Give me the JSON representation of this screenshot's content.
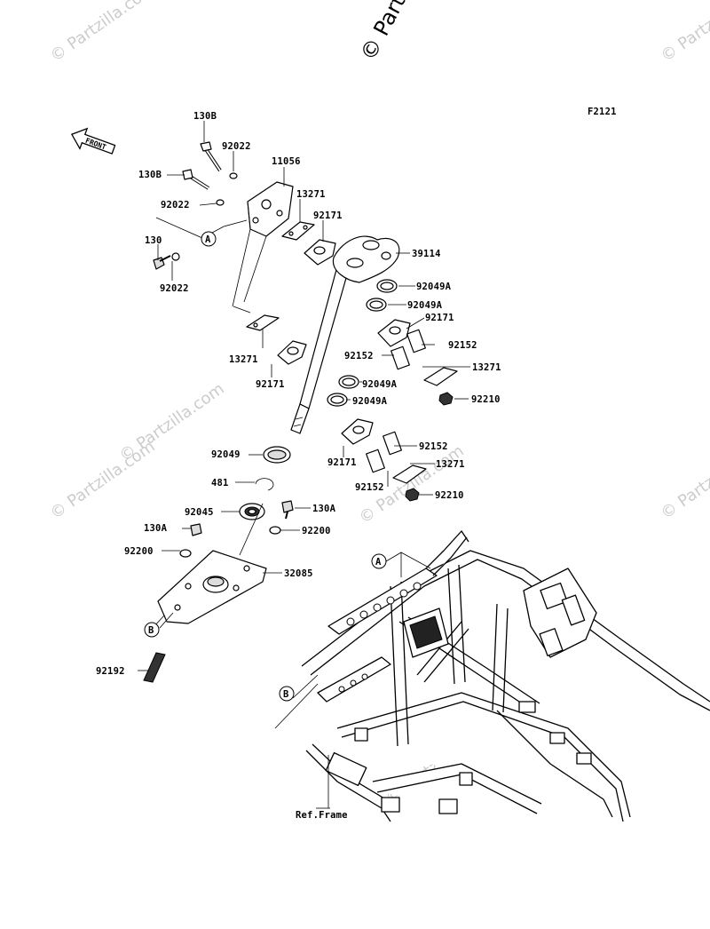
{
  "figure_code": "F2121",
  "watermark_main": "© Partzilla.com",
  "watermark_faint": "© Partzilla.com",
  "front_label": "FRONT",
  "ref_label": "Ref.Frame",
  "refs": {
    "a": "A",
    "b": "B"
  },
  "parts": {
    "p130b_1": "130B",
    "p92022_1": "92022",
    "p11056": "11056",
    "p130b_2": "130B",
    "p13271_1": "13271",
    "p92022_2": "92022",
    "p92171_1": "92171",
    "p130": "130",
    "p39114": "39114",
    "p92022_3": "92022",
    "p92049a_1": "92049A",
    "p92049a_2": "92049A",
    "p92171_2": "92171",
    "p92152_1": "92152",
    "p13271_2": "13271",
    "p92152_2": "92152",
    "p13271_3": "13271",
    "p92049a_3": "92049A",
    "p92210_1": "92210",
    "p92171_3": "92171",
    "p92049a_4": "92049A",
    "p92152_3": "92152",
    "p92049": "92049",
    "p92171_4": "92171",
    "p13271_4": "13271",
    "p92152_4": "92152",
    "p481": "481",
    "p92210_2": "92210",
    "p92045": "92045",
    "p130a_1": "130A",
    "p130a_2": "130A",
    "p92200_1": "92200",
    "p92200_2": "92200",
    "p32085": "32085",
    "p92192": "92192"
  }
}
